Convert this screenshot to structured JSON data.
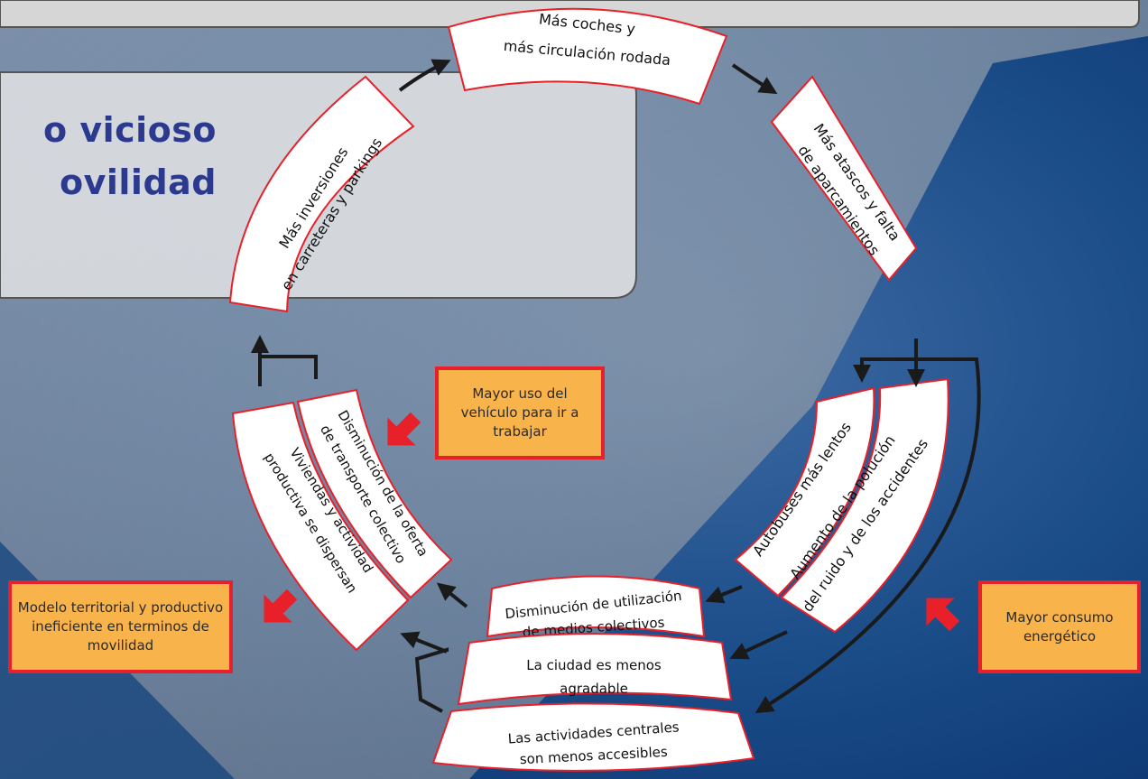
{
  "title": {
    "line1": "o vicioso",
    "line2": "ovilidad"
  },
  "nodes": {
    "top": {
      "line1": "Más coches y",
      "line2": "más circulación rodada"
    },
    "upper_right": {
      "line1": "Más atascos y falta",
      "line2": "de aparcamientos"
    },
    "right_inner": {
      "line1": "Autobuses más lentos"
    },
    "right_outer": {
      "line1": "Aumento de la polución",
      "line2": "del ruido y de los accidentes"
    },
    "bottom_1": {
      "line1": "Disminución de utilización",
      "line2": "de medios colectivos"
    },
    "bottom_2": {
      "line1": "La ciudad es menos",
      "line2": "agradable"
    },
    "bottom_3": {
      "line1": "Las actividades centrales",
      "line2": "son menos accesibles"
    },
    "left_inner": {
      "line1": "Disminución de la oferta",
      "line2": "de transporte colectivo"
    },
    "left_outer": {
      "line1": "Viviendas y actividad",
      "line2": "productiva se  dispersan"
    },
    "upper_left": {
      "line1": "Más inversiones",
      "line2": "en carreteras y parkings"
    }
  },
  "notes": {
    "left": "Modelo territorial y productivo ineficiente en terminos de movilidad",
    "center": "Mayor uso del vehículo para ir a trabajar",
    "right": "Mayor consumo energético"
  },
  "colors": {
    "box_border": "#e8202a",
    "note_fill": "#f9b34b",
    "title": "#2b3a8f",
    "background_blue": "#0d3f7a"
  }
}
